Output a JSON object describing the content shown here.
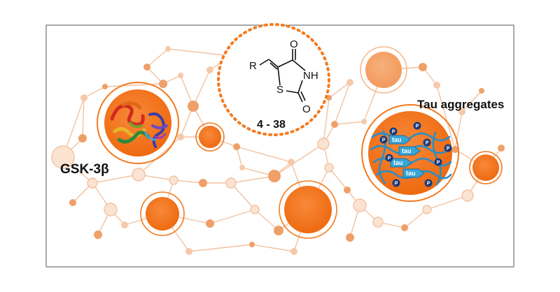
{
  "labels": {
    "gsk": "GSK-3β",
    "tau": "Tau aggregates",
    "compounds": "4 - 38"
  },
  "molecule": {
    "r_group": "R",
    "oxygen_top": "O",
    "oxygen_bottom": "O",
    "nitrogen": "NH",
    "sulfur": "S"
  },
  "aggregate": {
    "tau_tag": "tau",
    "phospho_tag": "P"
  },
  "icons": {
    "gsk_protein": "protein-ribbon-icon",
    "tau_fibril": "tau-fibril-icon"
  },
  "colors": {
    "orange": "#f47a1f",
    "network_light": "#f6c9a9",
    "frame": "#555555",
    "tau_fiber": "#2a8ec8",
    "phospho": "#1a3a7a"
  }
}
